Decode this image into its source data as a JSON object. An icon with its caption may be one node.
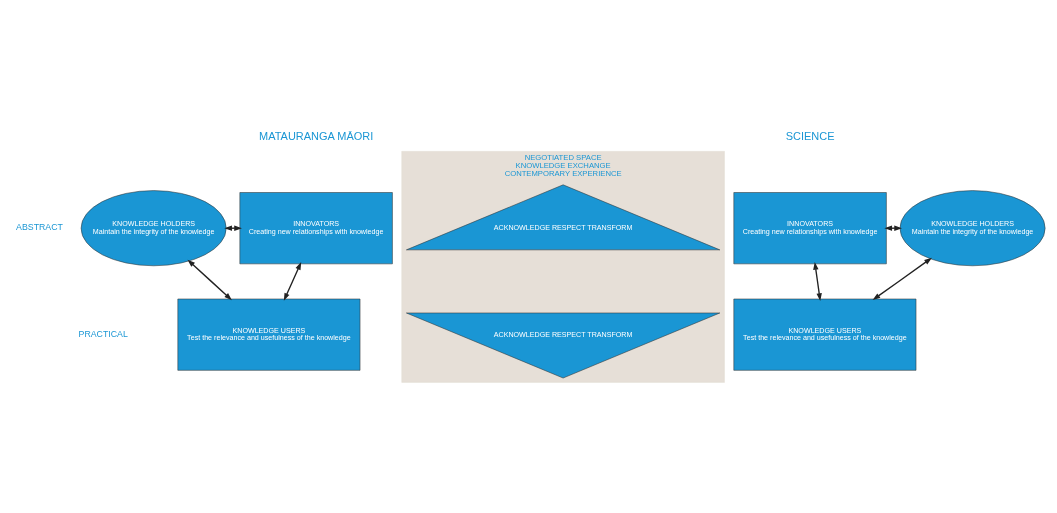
{
  "diagram": {
    "nodes": [
      {
        "text": [
          "KNOWLEDGE HOLDERS",
          "Maintain the integrity of the knowledge"
        ]
      },
      {
        "text": [
          "INNOVATORS",
          "Creating new relationships with knowledge"
        ]
      },
      {
        "text": [
          "KNOWLEDGE USERS",
          "Test the relevance and usefulness of the knowledge"
        ]
      },
      {
        "text": [
          "NEGOTIATED SPACE",
          "KNOWLEDGE EXCHANGE",
          "CONTEMPORARY EXPERIENCE"
        ]
      },
      {
        "text": [
          "ACKNOWLEDGE RESPECT TRANSFORM"
        ],
        "in": 3
      },
      {
        "text": [
          "ACKNOWLEDGE RESPECT TRANSFORM"
        ],
        "in": 3
      },
      {
        "text": [
          "INNOVATORS",
          "Creating new relationships with knowledge"
        ]
      },
      {
        "text": [
          "KNOWLEDGE HOLDERS",
          "Maintain the integrity of the knowledge"
        ]
      },
      {
        "text": [
          "KNOWLEDGE USERS",
          "Test the relevance and usefulness of the knowledge"
        ]
      }
    ],
    "edges": [
      {
        "from": 0,
        "to": 1,
        "arrow": "both"
      },
      {
        "from": 0,
        "to": 2,
        "arrow": "both"
      },
      {
        "from": 1,
        "to": 2,
        "arrow": "both"
      },
      {
        "from": 6,
        "to": 7,
        "arrow": "both"
      },
      {
        "from": 6,
        "to": 8,
        "arrow": "both"
      },
      {
        "from": 7,
        "to": 8,
        "arrow": "both"
      }
    ],
    "labels": [
      "MATAURANGA MĀORI",
      "SCIENCE",
      "ABSTRACT",
      "PRACTICAL"
    ]
  }
}
